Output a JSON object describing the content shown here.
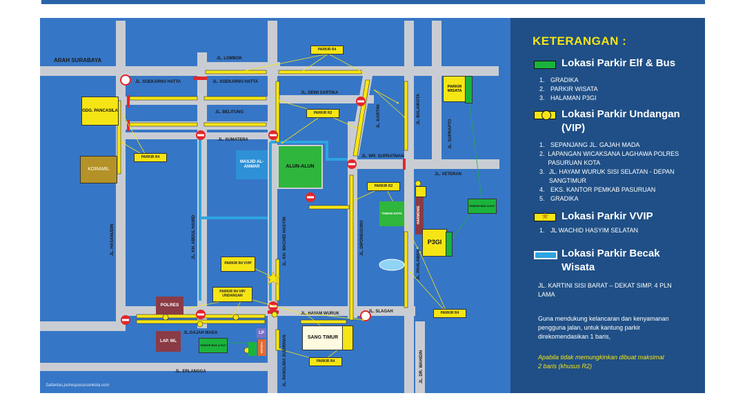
{
  "colors": {
    "map_bg": "#3676c6",
    "road": "#c9cdd3",
    "parking_elf_bus": "#1bb33c",
    "parking_vip": "#f6e514",
    "parking_vvip": "#f6e514",
    "becak": "#2ea4e0",
    "legend_bg": "#1f4f86",
    "no_entry": "#e3262b"
  },
  "map": {
    "direction_label": "ARAH SURABAYA",
    "credit": "Satlantas.polrespasuruankota.com",
    "streets": {
      "lombok": "JL. LOMBOK",
      "soekarno_w": "JL. SOEKARNO HATTA",
      "soekarno_e": "JL. SOEKARNO HATTA",
      "dewi_sartika": "JL. DEWI SARTIKA",
      "belitung": "JL. BELITUNG",
      "sumatera": "JL. SUMATERA",
      "kartini": "JL. KARTINI",
      "balaikota": "JL. BALAIKOTA",
      "suprapto": "JL. SUPRAPTO",
      "wr_supratman": "JL. WR. SUPRATMAN",
      "veteran": "JL. VETERAN",
      "hasanudin": "JL. HASANUDIN",
      "kh_abdul_hamid": "JL. KH. ABDUL HAMID",
      "wachid_hasyim": "JL. KH. WACHID HASYIM",
      "diponegoro": "JL. DIPONEGORO",
      "pahlawan": "JL. PAHLAWAN",
      "hayam_wuruk": "JL. HAYAM WURUK",
      "slagah": "JL. SLAGAH",
      "gajah_mada": "JL.GAJAH MADA",
      "panglima_sudirman": "JL. PANGLIMA SUDIRMAN",
      "erlangga": "JL. ERLANGGA",
      "dr_wahidin": "JL. DR. WAHIDIN"
    },
    "places": {
      "gdg_pancasila": "GDG. PANCASILA",
      "koramil": "KORAMIL",
      "masjid": "MASJID AL-ANWAR",
      "alun_alun": "ALUN-ALUN",
      "taman_kota": "TAMAN KOTA",
      "harmonie": "HARMONIE",
      "p3gi": "P3GI",
      "parkir_wisata": "PARKIR WISATA",
      "polres": "POLRES",
      "lap_wl": "LAP. WL",
      "lp": "LP",
      "sang_timur": "SANG TIMUR",
      "gradika": "GRADIKA",
      "parkir_bus_elf_1": "PARKIR BUS & ELF",
      "parkir_bus_elf_2": "PARKIR BUS & ELF"
    },
    "tags": {
      "r4_top": "PARKIR R4",
      "r2_mid": "PARKIR R2",
      "r4_left": "PARKIR R4",
      "r2_right": "PARKIR R2",
      "r4_vvip": "PARKIR R4 VVIP",
      "r4_vip": "PARKIR R4 VIP/ UNDANGAN",
      "r4_right": "PARKIR R4",
      "r4_bottom": "PARKIR R4"
    }
  },
  "legend": {
    "title": "KETERANGAN :",
    "sections": [
      {
        "heading": "Lokasi Parkir Elf & Bus",
        "items": [
          "GRADIKA",
          "PARKIR WISATA",
          "HALAMAN  P3GI"
        ]
      },
      {
        "heading": "Lokasi Parkir Undangan (VIP)",
        "items": [
          "SEPANJANG JL. GAJAH MADA",
          "LAPANGAN WICAKSANA LAGHAWA POLRES PASURUAN KOTA",
          "JL. HAYAM WURUK SISI SELATAN - DEPAN SANGTIMUR",
          "EKS. KANTOR PEMKAB PASURUAN",
          "GRADIKA"
        ]
      },
      {
        "heading": "Lokasi Parkir VVIP",
        "items": [
          "JL WACHID HASYIM SELATAN"
        ]
      },
      {
        "heading": "Lokasi Parkir Becak Wisata",
        "items": []
      }
    ],
    "becak_text": "JL. KARTINI SISI BARAT – DEKAT SIMP. 4 PLN LAMA",
    "support_text": "Guna mendukung kelancaran dan kenyamanan pengguna jalan, untuk kantung parkir direkomendasikan 1 baris,",
    "note_text": "Apabila tidak memungkinkan dibuat maksimal 2 baris (khusus R2)"
  }
}
